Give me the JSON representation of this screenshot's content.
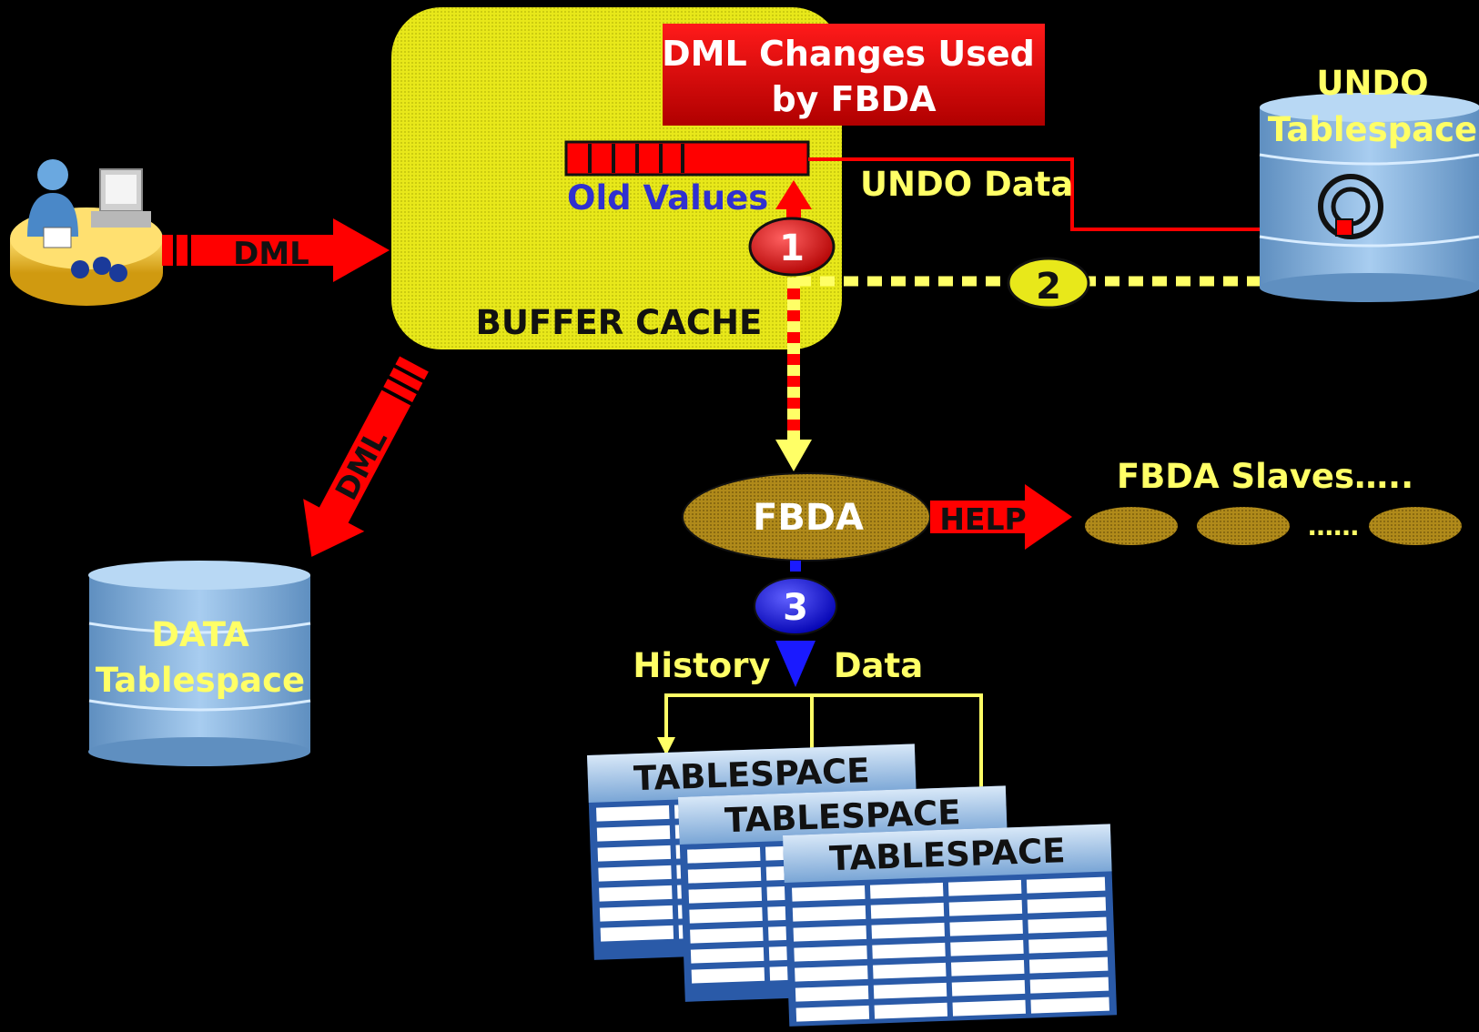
{
  "labels": {
    "dml_banner_line1": "DML  Changes Used",
    "dml_banner_line2": "by FBDA",
    "old_values": "Old Values",
    "undo_data": "UNDO Data",
    "buffer_cache": "BUFFER CACHE",
    "dml_arrow_right": "DML",
    "dml_arrow_down": "DML",
    "undo_title_line1": "UNDO",
    "undo_title_line2": "Tablespace",
    "data_tbs_line1": "DATA",
    "data_tbs_line2": "Tablespace",
    "step1": "1",
    "step2": "2",
    "step3": "3",
    "fbda": "FBDA",
    "help": "HELP",
    "fbda_slaves": "FBDA Slaves…..",
    "slave_ellipsis": "……",
    "history": "History",
    "data": "Data",
    "tablespace1": "TABLESPACE",
    "tablespace2": "TABLESPACE",
    "tablespace3": "TABLESPACE"
  },
  "colors": {
    "background": "#000000",
    "buffer_cache": "#e8e81a",
    "red": "#ff0000",
    "yellow_text": "#ffff66",
    "blue_text": "#3030d0",
    "fbda_gold": "#b08a1a",
    "cylinder_blue": "#8cb8e0",
    "step3_blue": "#1a1aff"
  }
}
